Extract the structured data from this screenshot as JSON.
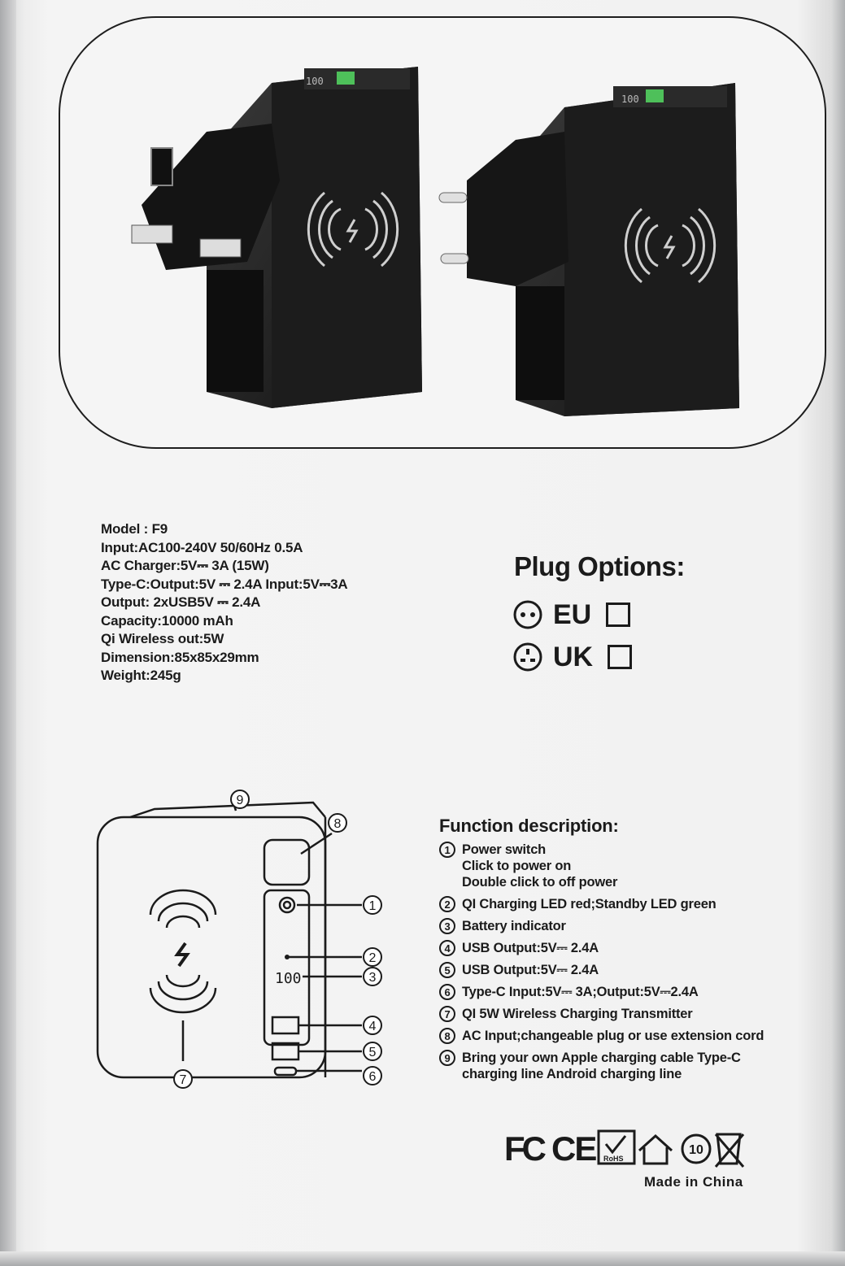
{
  "specs": [
    "Model : F9",
    "Input:AC100-240V 50/60Hz 0.5A",
    "AC Charger:5V⎓ 3A (15W)",
    "Type-C:Output:5V ⎓ 2.4A   Input:5V⎓3A",
    "Output: 2xUSB5V ⎓ 2.4A",
    "Capacity:10000 mAh",
    "Qi Wireless out:5W",
    "Dimension:85x85x29mm",
    "Weight:245g"
  ],
  "plug_options": {
    "title": "Plug Options:",
    "options": [
      {
        "label": "EU",
        "checked": false
      },
      {
        "label": "UK",
        "checked": false
      }
    ]
  },
  "function_description": {
    "title": "Function description:",
    "items": [
      {
        "num": "1",
        "lines": [
          "Power switch",
          "Click to power on",
          "Double click to off power"
        ]
      },
      {
        "num": "2",
        "lines": [
          "QI Charging LED red;Standby LED green"
        ]
      },
      {
        "num": "3",
        "lines": [
          "Battery indicator"
        ]
      },
      {
        "num": "4",
        "lines": [
          "USB Output:5V⎓ 2.4A"
        ]
      },
      {
        "num": "5",
        "lines": [
          "USB Output:5V⎓ 2.4A"
        ]
      },
      {
        "num": "6",
        "lines": [
          "Type-C Input:5V⎓ 3A;Output:5V⎓2.4A"
        ]
      },
      {
        "num": "7",
        "lines": [
          "QI 5W Wireless Charging Transmitter"
        ]
      },
      {
        "num": "8",
        "lines": [
          "AC Input;changeable plug or use extension cord"
        ]
      },
      {
        "num": "9",
        "lines": [
          "Bring your own Apple charging cable Type-C",
          "charging line Android charging line"
        ]
      }
    ]
  },
  "diagram": {
    "battery_display": "100",
    "callouts": [
      "1",
      "2",
      "3",
      "4",
      "5",
      "6",
      "7",
      "8",
      "9"
    ]
  },
  "photo": {
    "display_text": "100"
  },
  "certifications": {
    "marks": [
      "FC",
      "CE",
      "RoHS",
      "10"
    ],
    "rohs_label": "RoHS",
    "years_label": "10"
  },
  "made_in": "Made in China"
}
